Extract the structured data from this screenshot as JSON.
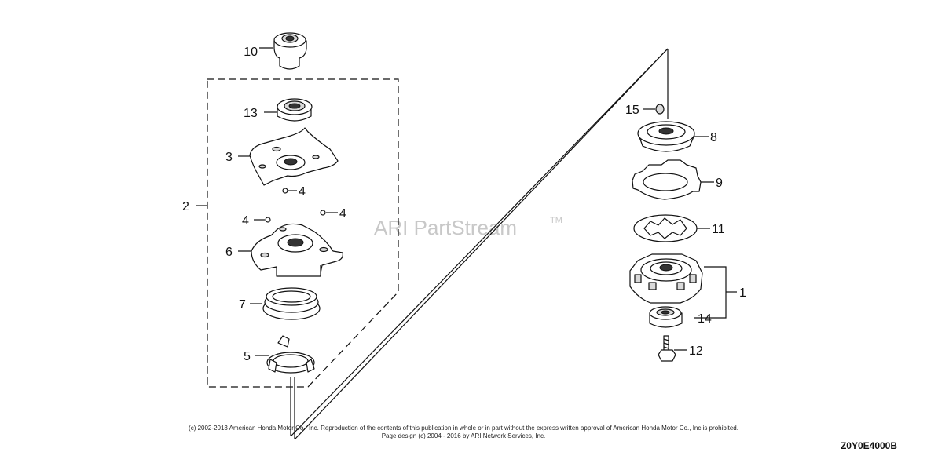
{
  "watermark": {
    "text": "ARI PartStream",
    "trademark": "TM"
  },
  "callouts": {
    "c1": "1",
    "c2": "2",
    "c3": "3",
    "c4a": "4",
    "c4b": "4",
    "c4c": "4",
    "c5": "5",
    "c6": "6",
    "c7": "7",
    "c8": "8",
    "c9": "9",
    "c10": "10",
    "c11": "11",
    "c12": "12",
    "c13": "13",
    "c14": "14",
    "c15": "15"
  },
  "footer": {
    "copyright_line1": "(c) 2002-2013 American Honda Motor Co., Inc. Reproduction of the contents of this publication in whole or in part without the express written approval of American Honda Motor Co., Inc is prohibited.",
    "copyright_line2": "Page design (c) 2004 - 2016 by ARI Network Services, Inc.",
    "diagram_code": "Z0Y0E4000B"
  }
}
